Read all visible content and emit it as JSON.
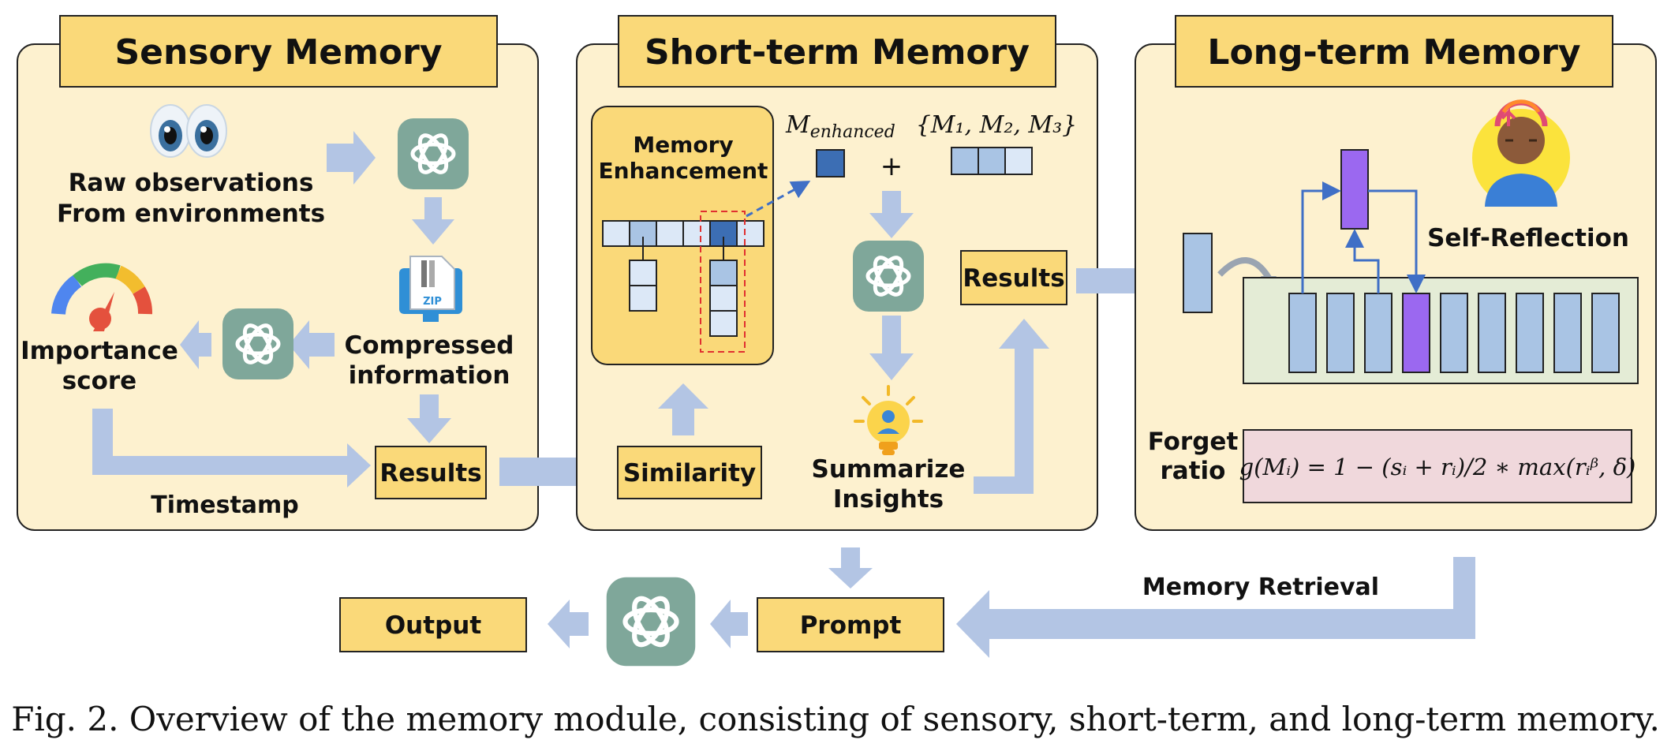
{
  "panels": {
    "sensory": {
      "title": "Sensory Memory",
      "raw_obs_line1": "Raw observations",
      "raw_obs_line2": "From environments",
      "compressed_line1": "Compressed",
      "compressed_line2": "information",
      "importance_line1": "Importance",
      "importance_line2": "score",
      "results": "Results",
      "timestamp": "Timestamp"
    },
    "short_term": {
      "title": "Short-term Memory",
      "enhancement_line1": "Memory",
      "enhancement_line2": "Enhancement",
      "m_enhanced": "M",
      "m_enhanced_sub": "enhanced",
      "m_set": "{M₁, M₂, M₃}",
      "plus": "+",
      "results": "Results",
      "similarity": "Similarity",
      "summarize_line1": "Summarize",
      "summarize_line2": "Insights"
    },
    "long_term": {
      "title": "Long-term Memory",
      "self_reflection": "Self-Reflection",
      "forget_line1": "Forget",
      "forget_line2": "ratio",
      "formula": "g(Mᵢ) = 1 − (sᵢ + rᵢ)/2 ∗ max(rᵢᵝ, δ)"
    }
  },
  "bottom": {
    "memory_retrieval": "Memory Retrieval",
    "prompt": "Prompt",
    "output": "Output"
  },
  "caption": "Fig. 2.  Overview of the memory module, consisting of sensory, short-term, and long-term memory.",
  "icons": [
    "eyes-icon",
    "openai-icon",
    "zip-file-icon",
    "gauge-icon",
    "lightbulb-icon",
    "meditation-icon"
  ],
  "colors": {
    "panel_fill": "#fdf1cf",
    "title_fill": "#fad979",
    "arrow": "#b3c5e4",
    "cell": "#a9c4e4",
    "cell_light": "#dce8f7",
    "cell_dark": "#3c6eb4",
    "purple": "#9b68f0",
    "gpt": "#7fa79a",
    "formula_bg": "#f0d8dc"
  }
}
